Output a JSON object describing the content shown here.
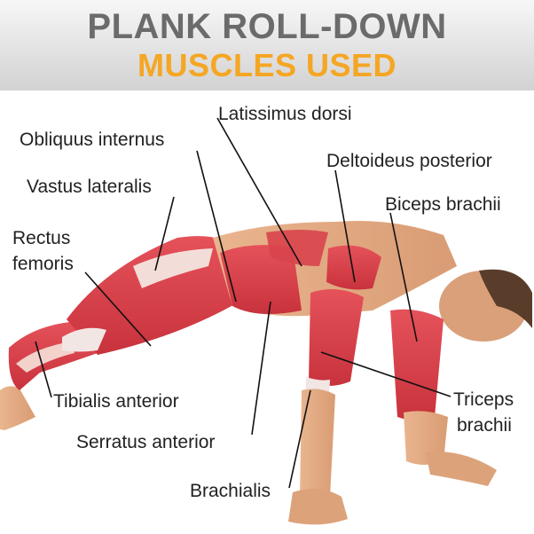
{
  "title": "PLANK ROLL-DOWN",
  "subtitle": "MUSCLES USED",
  "colors": {
    "title": "#6b6b6b",
    "subtitle": "#f5a623",
    "skin": "#e8b38a",
    "muscle": "#d9434a",
    "tendon": "#f2e6e4",
    "leader_line": "#111111"
  },
  "labels": {
    "latissimus": "Latissimus dorsi",
    "obliquus": "Obliquus internus",
    "deltoideus": "Deltoideus posterior",
    "vastus": "Vastus lateralis",
    "biceps": "Biceps brachii",
    "rectus_1": "Rectus",
    "rectus_2": "femoris",
    "tibialis": "Tibialis anterior",
    "triceps_1": "Triceps",
    "triceps_2": "brachii",
    "serratus": "Serratus anterior",
    "brachialis": "Brachialis"
  }
}
